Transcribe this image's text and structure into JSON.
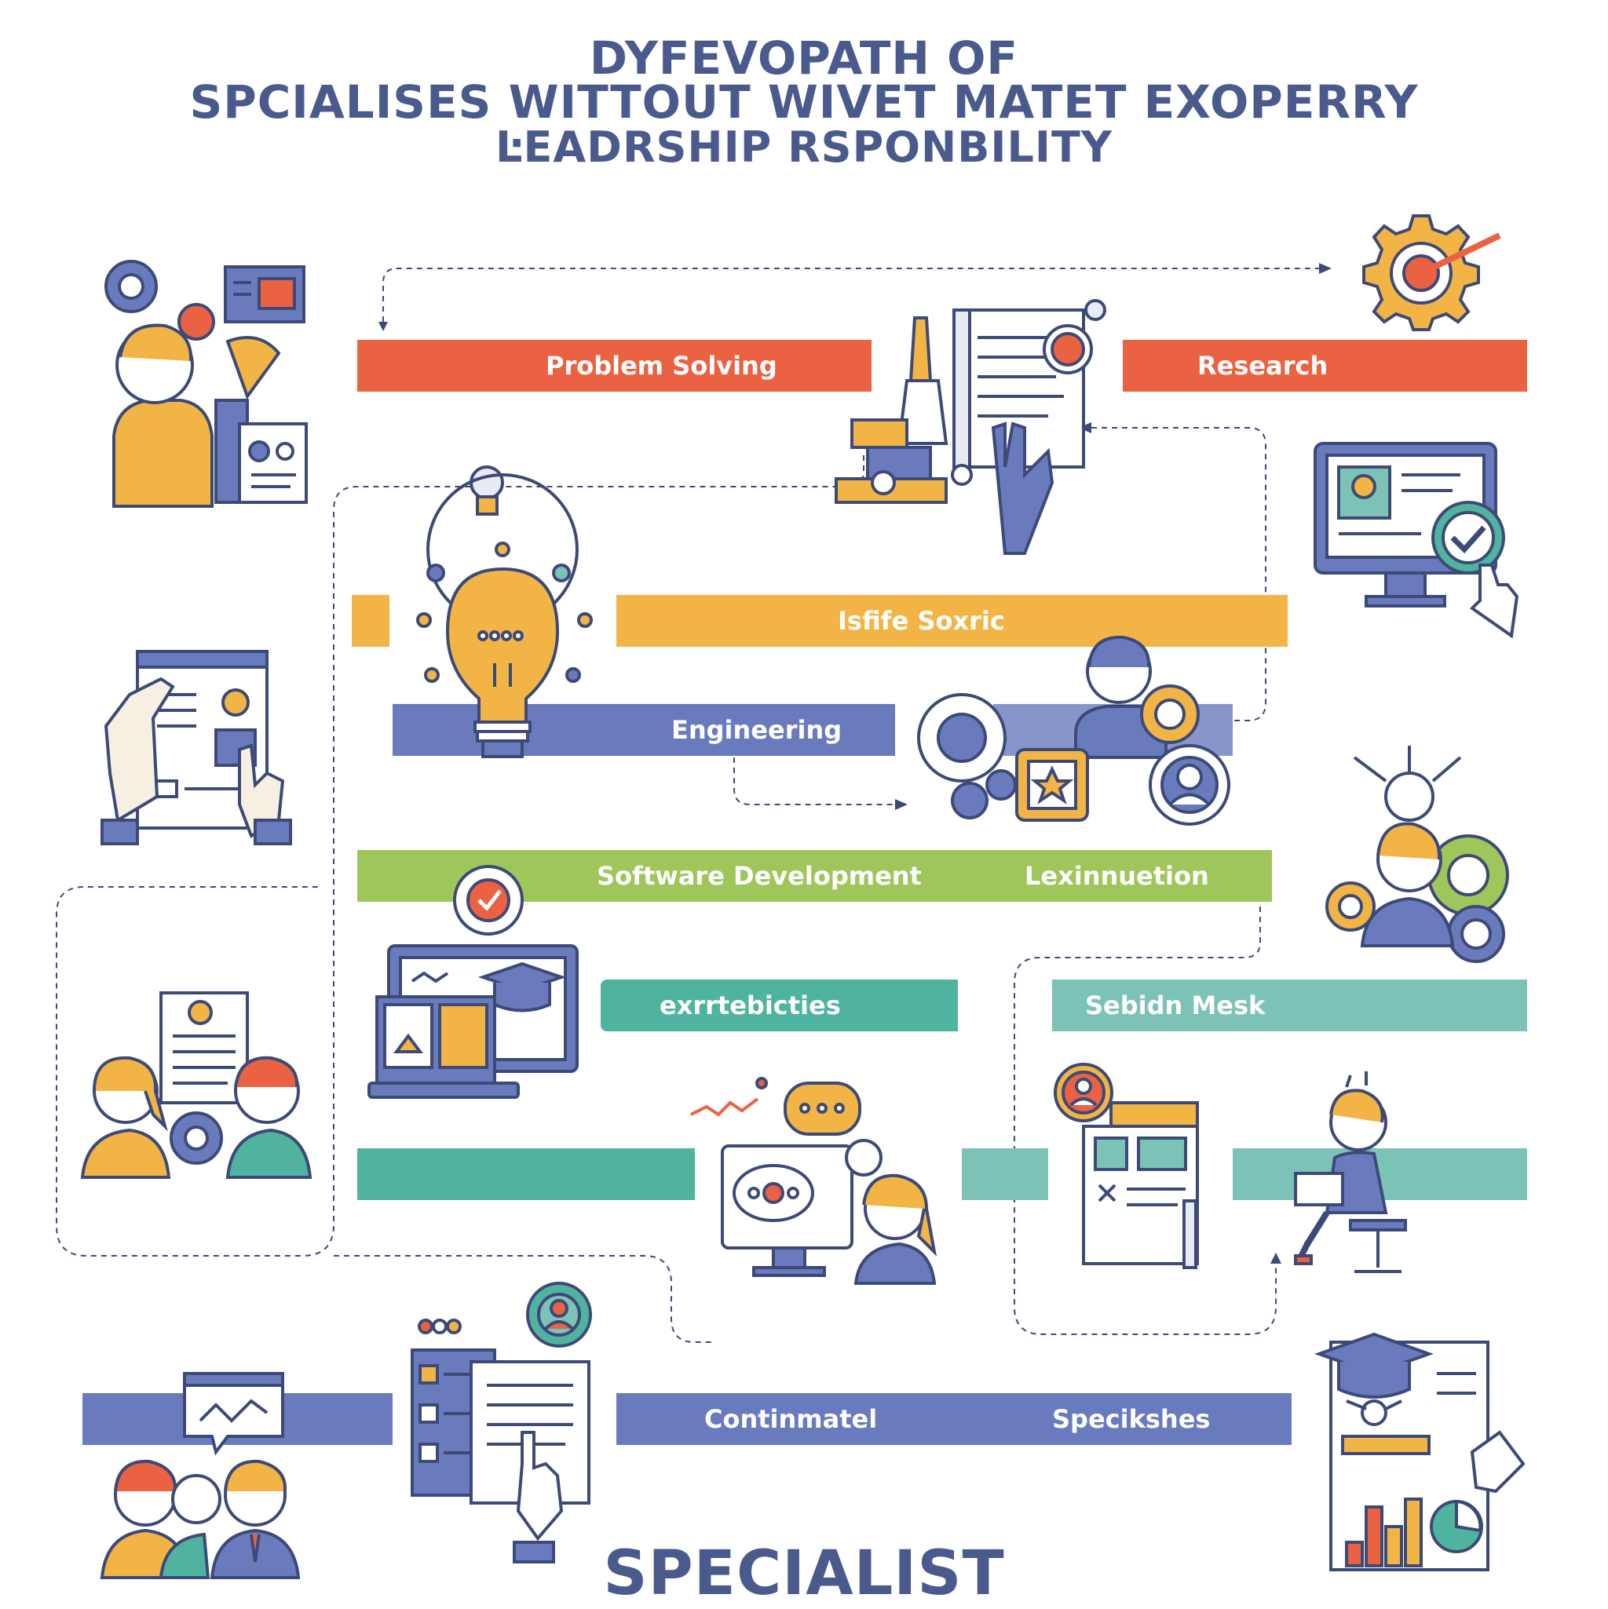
{
  "title": {
    "line1": "DYFEVOPATH OF",
    "line2": "SPCIALISES WITTOUT WIVET MATET EXOPERRY",
    "line3": "ĿEADRSHIP RSPONBILITY"
  },
  "bands": {
    "problem_solving": "Problem Solving",
    "research": "Research",
    "isfife": "Isfife Soxric",
    "engineering": "Engineering",
    "software_development": "Software Development",
    "lexinnuetion": "Lexinnuetion",
    "exrrtebicties": "exrrtebicties",
    "sebidn_mesk": "Sebidn Mesk",
    "continmatel": "Continmatel",
    "specikshes": "Specikshes"
  },
  "footer": {
    "title": "SPECIALIST"
  },
  "colors": {
    "title": "#4a5a8c",
    "red": "#ea6242",
    "yellow": "#f2b545",
    "blue": "#6a7bbd",
    "green": "#9fc65a",
    "teal": "#4fb3a0",
    "teal_light": "#7cc2b7",
    "outline": "#3d4a78"
  },
  "icons": [
    "gear-icon",
    "presentation-board-icon",
    "person-icon",
    "document-icon",
    "hands-document-icon",
    "target-gear-icon",
    "monitor-checkmark-icon",
    "lightbulb-icon",
    "team-gears-icon",
    "person-gears-icon",
    "target-badge-icon",
    "laptop-graduation-icon",
    "team-document-icon",
    "monitor-chat-icon",
    "document-profile-icon",
    "person-laptop-icon",
    "team-chat-icon",
    "checklist-icon",
    "graduation-report-icon"
  ]
}
